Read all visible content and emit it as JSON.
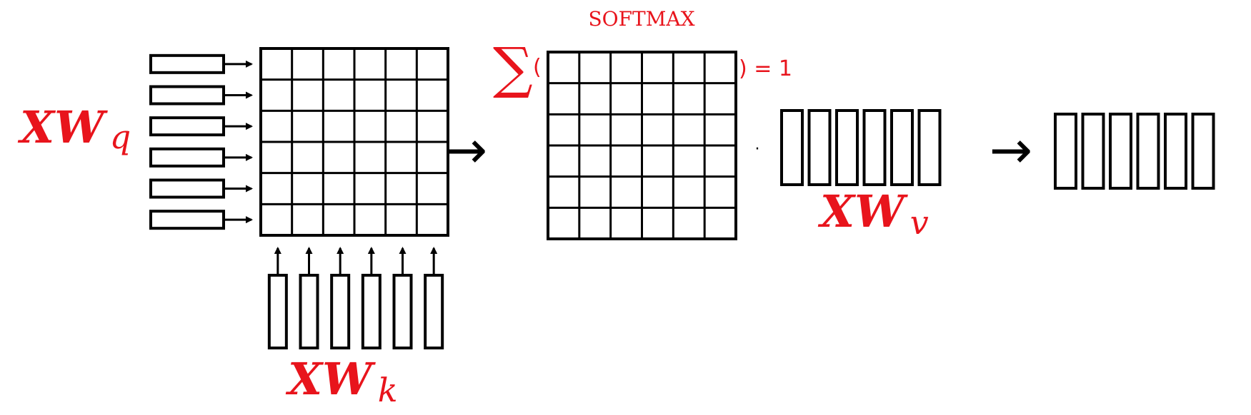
{
  "labels": {
    "softmax_title": "SOFTMAX",
    "sum_symbol": "∑",
    "sum_open": "(",
    "sum_equals": ") = 1",
    "dot": "·",
    "arrow": "→",
    "xwq_main": "XW",
    "xwq_sub": "q",
    "xwk_main": "XW",
    "xwk_sub": "k",
    "xwv_main": "XW",
    "xwv_sub": "v"
  },
  "structure": {
    "score_grid_rows": 6,
    "score_grid_cols": 6,
    "softmax_grid_rows": 6,
    "softmax_grid_cols": 6,
    "query_vectors": 6,
    "key_vectors": 6,
    "value_vectors": 6,
    "output_vectors": 6
  },
  "colors": {
    "accent": "#e8141c",
    "stroke": "#000000",
    "background": "#ffffff"
  }
}
